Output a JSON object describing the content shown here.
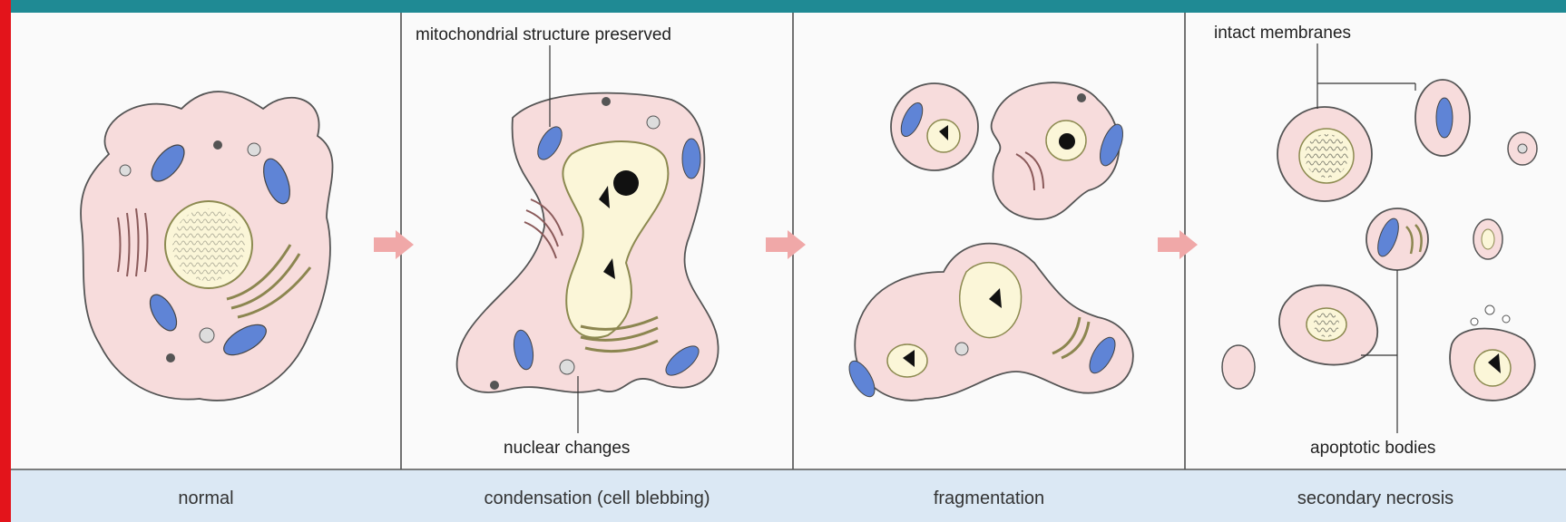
{
  "header": {
    "title_fragment": ""
  },
  "stages": [
    {
      "label": "normal"
    },
    {
      "label": "condensation (cell blebbing)"
    },
    {
      "label": "fragmentation"
    },
    {
      "label": "secondary necrosis"
    }
  ],
  "annotations": {
    "mitochondria": "mitochondrial structure preserved",
    "nuclear": "nuclear changes",
    "membranes": "intact membranes",
    "bodies": "apoptotic bodies"
  },
  "colors": {
    "cytoplasm": "#f7dcdc",
    "mitochondria": "#5f84d6",
    "nucleus": "#fbf6d8",
    "golgi": "#c9c27a",
    "arrow": "#f0a8a8",
    "header_bar": "#1f8a94",
    "left_bar": "#e3141b",
    "label_strip": "#dbe8f4"
  }
}
